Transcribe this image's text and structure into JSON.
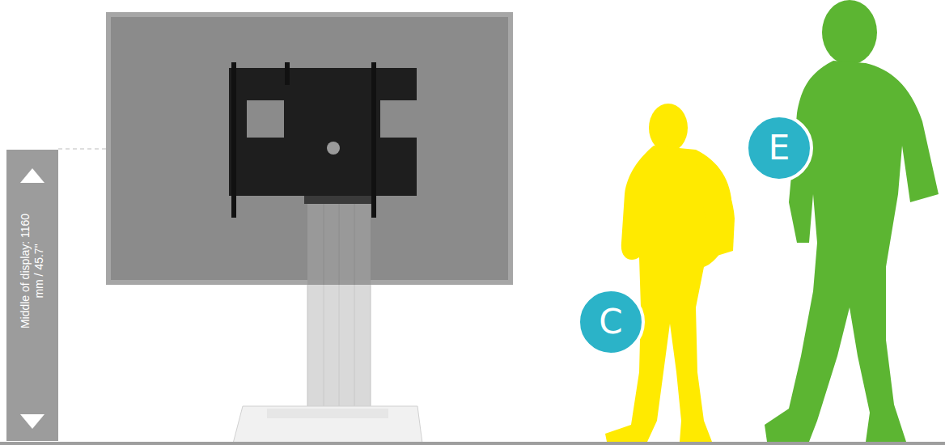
{
  "diagram": {
    "nodes": [
      {
        "text": [
          "C"
        ]
      },
      {
        "text": [
          "E"
        ]
      }
    ],
    "labels": [
      "Middle of display: 1160 mm / 45.7\""
    ]
  }
}
